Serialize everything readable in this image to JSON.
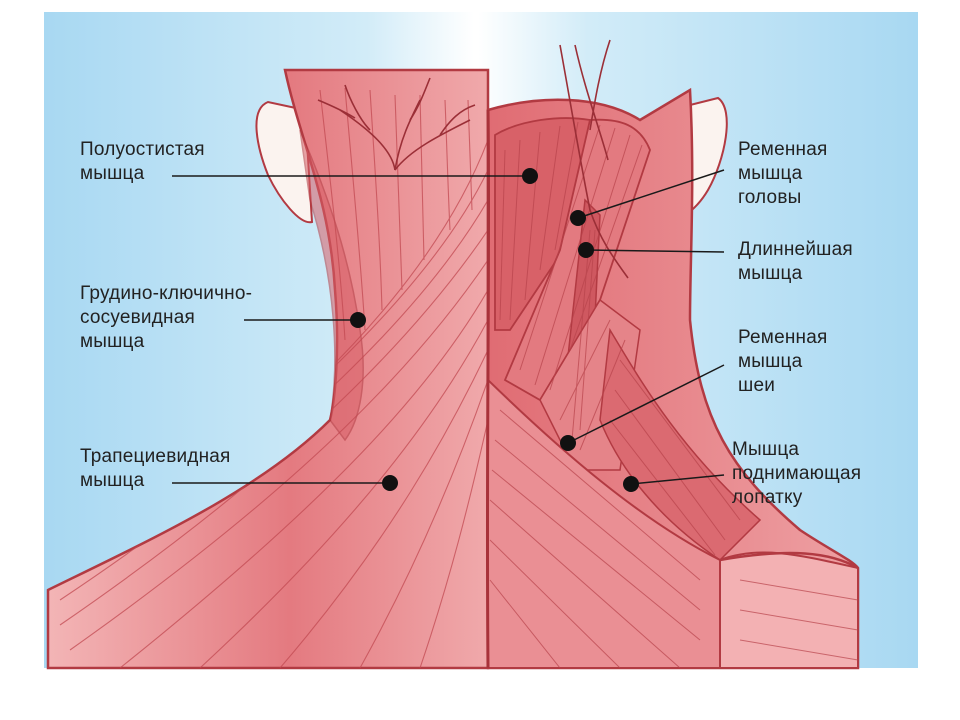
{
  "colors": {
    "background_blue": "#a8d8f2",
    "muscle": "#e2777c",
    "muscle_light": "#f2b3b4",
    "outline": "#b23a42",
    "leader": "#1a1a1a"
  },
  "labels": [
    {
      "id": "semispinalis",
      "lines": [
        "Полуостистая",
        "мышца"
      ]
    },
    {
      "id": "sternocleidomastoid",
      "lines": [
        "Грудино-ключично-",
        "сосуевидная",
        "мышца"
      ]
    },
    {
      "id": "trapezius",
      "lines": [
        "Трапециевидная",
        "мышца"
      ]
    },
    {
      "id": "splenius_capitis",
      "lines": [
        "Ременная",
        "мышца",
        "головы"
      ]
    },
    {
      "id": "longissimus",
      "lines": [
        "Длиннейшая",
        "мышца"
      ]
    },
    {
      "id": "splenius_cervicis",
      "lines": [
        "Ременная",
        "мышца",
        "шеи"
      ]
    },
    {
      "id": "levator_scapulae",
      "lines": [
        "Мышца",
        "поднимающая",
        "лопатку"
      ]
    }
  ]
}
